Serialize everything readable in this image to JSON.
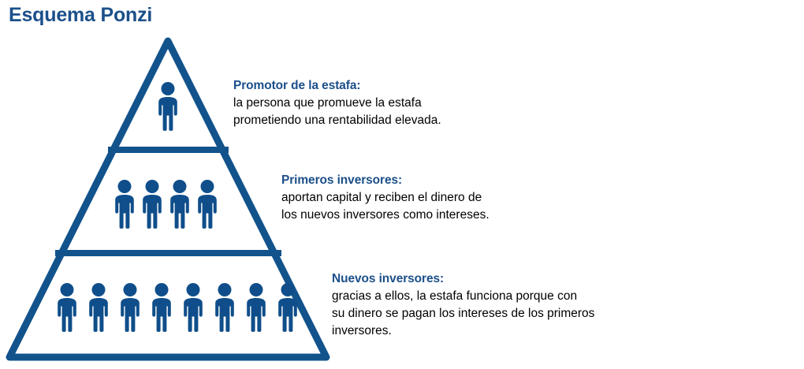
{
  "title": "Esquema Ponzi",
  "colors": {
    "title_blue": "#1b4f8a",
    "outline_blue": "#12538c",
    "figure_blue": "#0f4e8a",
    "body_text": "#000000",
    "background": "#ffffff"
  },
  "diagram": {
    "shape": "triangle-pyramid",
    "tier_count": 3,
    "tiers": [
      {
        "name": "top-tier",
        "figure_count": 1,
        "figure_icon": "person-icon"
      },
      {
        "name": "middle-tier",
        "figure_count": 4,
        "figure_icon": "person-icon"
      },
      {
        "name": "bottom-tier",
        "figure_count": 8,
        "figure_icon": "person-icon"
      }
    ]
  },
  "callouts": [
    {
      "id": "promotor",
      "heading": "Promotor de la estafa:",
      "lines": [
        "la persona que promueve la estafa",
        "prometiendo una rentabilidad elevada."
      ]
    },
    {
      "id": "primeros-inversores",
      "heading": "Primeros inversores:",
      "lines": [
        "aportan capital y reciben el dinero de",
        "los nuevos inversores como intereses."
      ]
    },
    {
      "id": "nuevos-inversores",
      "heading": "Nuevos inversores:",
      "lines": [
        "gracias a ellos, la estafa funciona porque con",
        "su dinero se pagan los intereses de los primeros",
        "inversores."
      ]
    }
  ]
}
